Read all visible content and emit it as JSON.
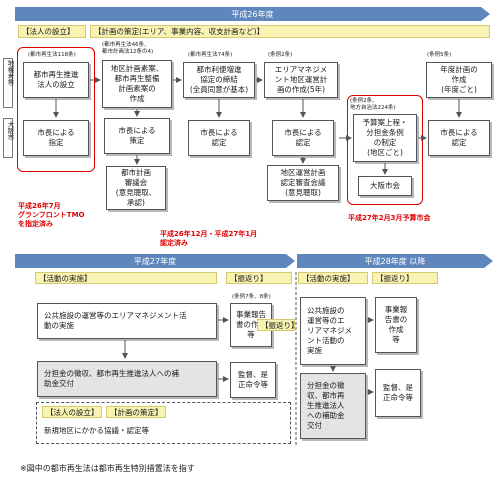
{
  "diagram": {
    "year_bars": {
      "h26": "平成26年度",
      "h27": "平成27年度",
      "h28": "平成28年度 以降"
    },
    "side_labels": {
      "top": "地権者等",
      "bottom": "大阪市"
    },
    "tags": {
      "corp_setup": "【法人の設立】",
      "plan_formulation": "【計画の策定(エリア、事業内容、収支計画など)】",
      "activity_1": "【活動の実施】",
      "review_1": "【振返り】",
      "activity_2": "【活動の実施】",
      "review_2": "【振返り】",
      "corp_setup_2": "【法人の設立】",
      "plan_formulation_2": "【計画の策定】"
    },
    "notes": {
      "n_col1": "(都市再生法118条)",
      "n_col2": "(都市再生法46条、\n都市計画法12条の4)",
      "n_col3": "(都市再生法74条)",
      "n_col4": "(条例2条)",
      "n_col5": "(条例2条、\n地方自治法224条)",
      "n_col6": "(条例5条)",
      "n_report": "(条例7条、8条)"
    },
    "boxes": {
      "b1_top": "都市再生推進\n法人の設立",
      "b1_bottom": "市長による\n指定",
      "b2_top": "地区計画素案、\n都市再生整備\n計画素案の\n作成",
      "b2_mid": "市長による\n策定",
      "b2_bottom": "都市計画\n審議会\n(意見聴取、\n承認)",
      "b3_top": "都市利便増進\n協定の締結\n(全員同意が基本)",
      "b3_bottom": "市長による\n認定",
      "b4_top": "エリアマネジメ\nント地区運営計\n画の作成(5年)",
      "b4_mid": "市長による\n認定",
      "b4_bottom": "地区運営計画\n認定審査会議\n(意見聴取)",
      "b5_top": "予算案上程・\n分担金条例\nの制定\n(地区ごと)",
      "b5_bottom": "大阪市会",
      "b6_top": "年度計画の\n作成\n(年度ごと)",
      "b6_bottom": "市長による\n認定",
      "act1": "公共施設の運営等のエリアマネジメント活\n動の実施",
      "act1_sub": "分担金の徴収、都市再生推進法人への補\n助金交付",
      "rep1": "事業報告\n書の作成\n等",
      "aud1": "監督、是\n正命令等",
      "newarea": "新規地区にかかる協議・認定等",
      "act2": "公共施設の\n運営等のエ\nリアマネジメ\nント活動の\n実施",
      "act2_sub": "分担金の徴\n収、都市再\n生推進法人\nへの補助金\n交付",
      "rep2": "事業報\n告書の\n作成\n等",
      "aud2": "監督、是\n正命令等"
    },
    "annotations": {
      "tmo": "平成26年7月\nグランフロントTMO\nを指定済み",
      "approved": "平成26年12月・平成27年1月\n認定済み",
      "council": "平成27年2月3月予算市会"
    },
    "footnote": "※図中の都市再生法は都市再生特別措置法を指す"
  }
}
